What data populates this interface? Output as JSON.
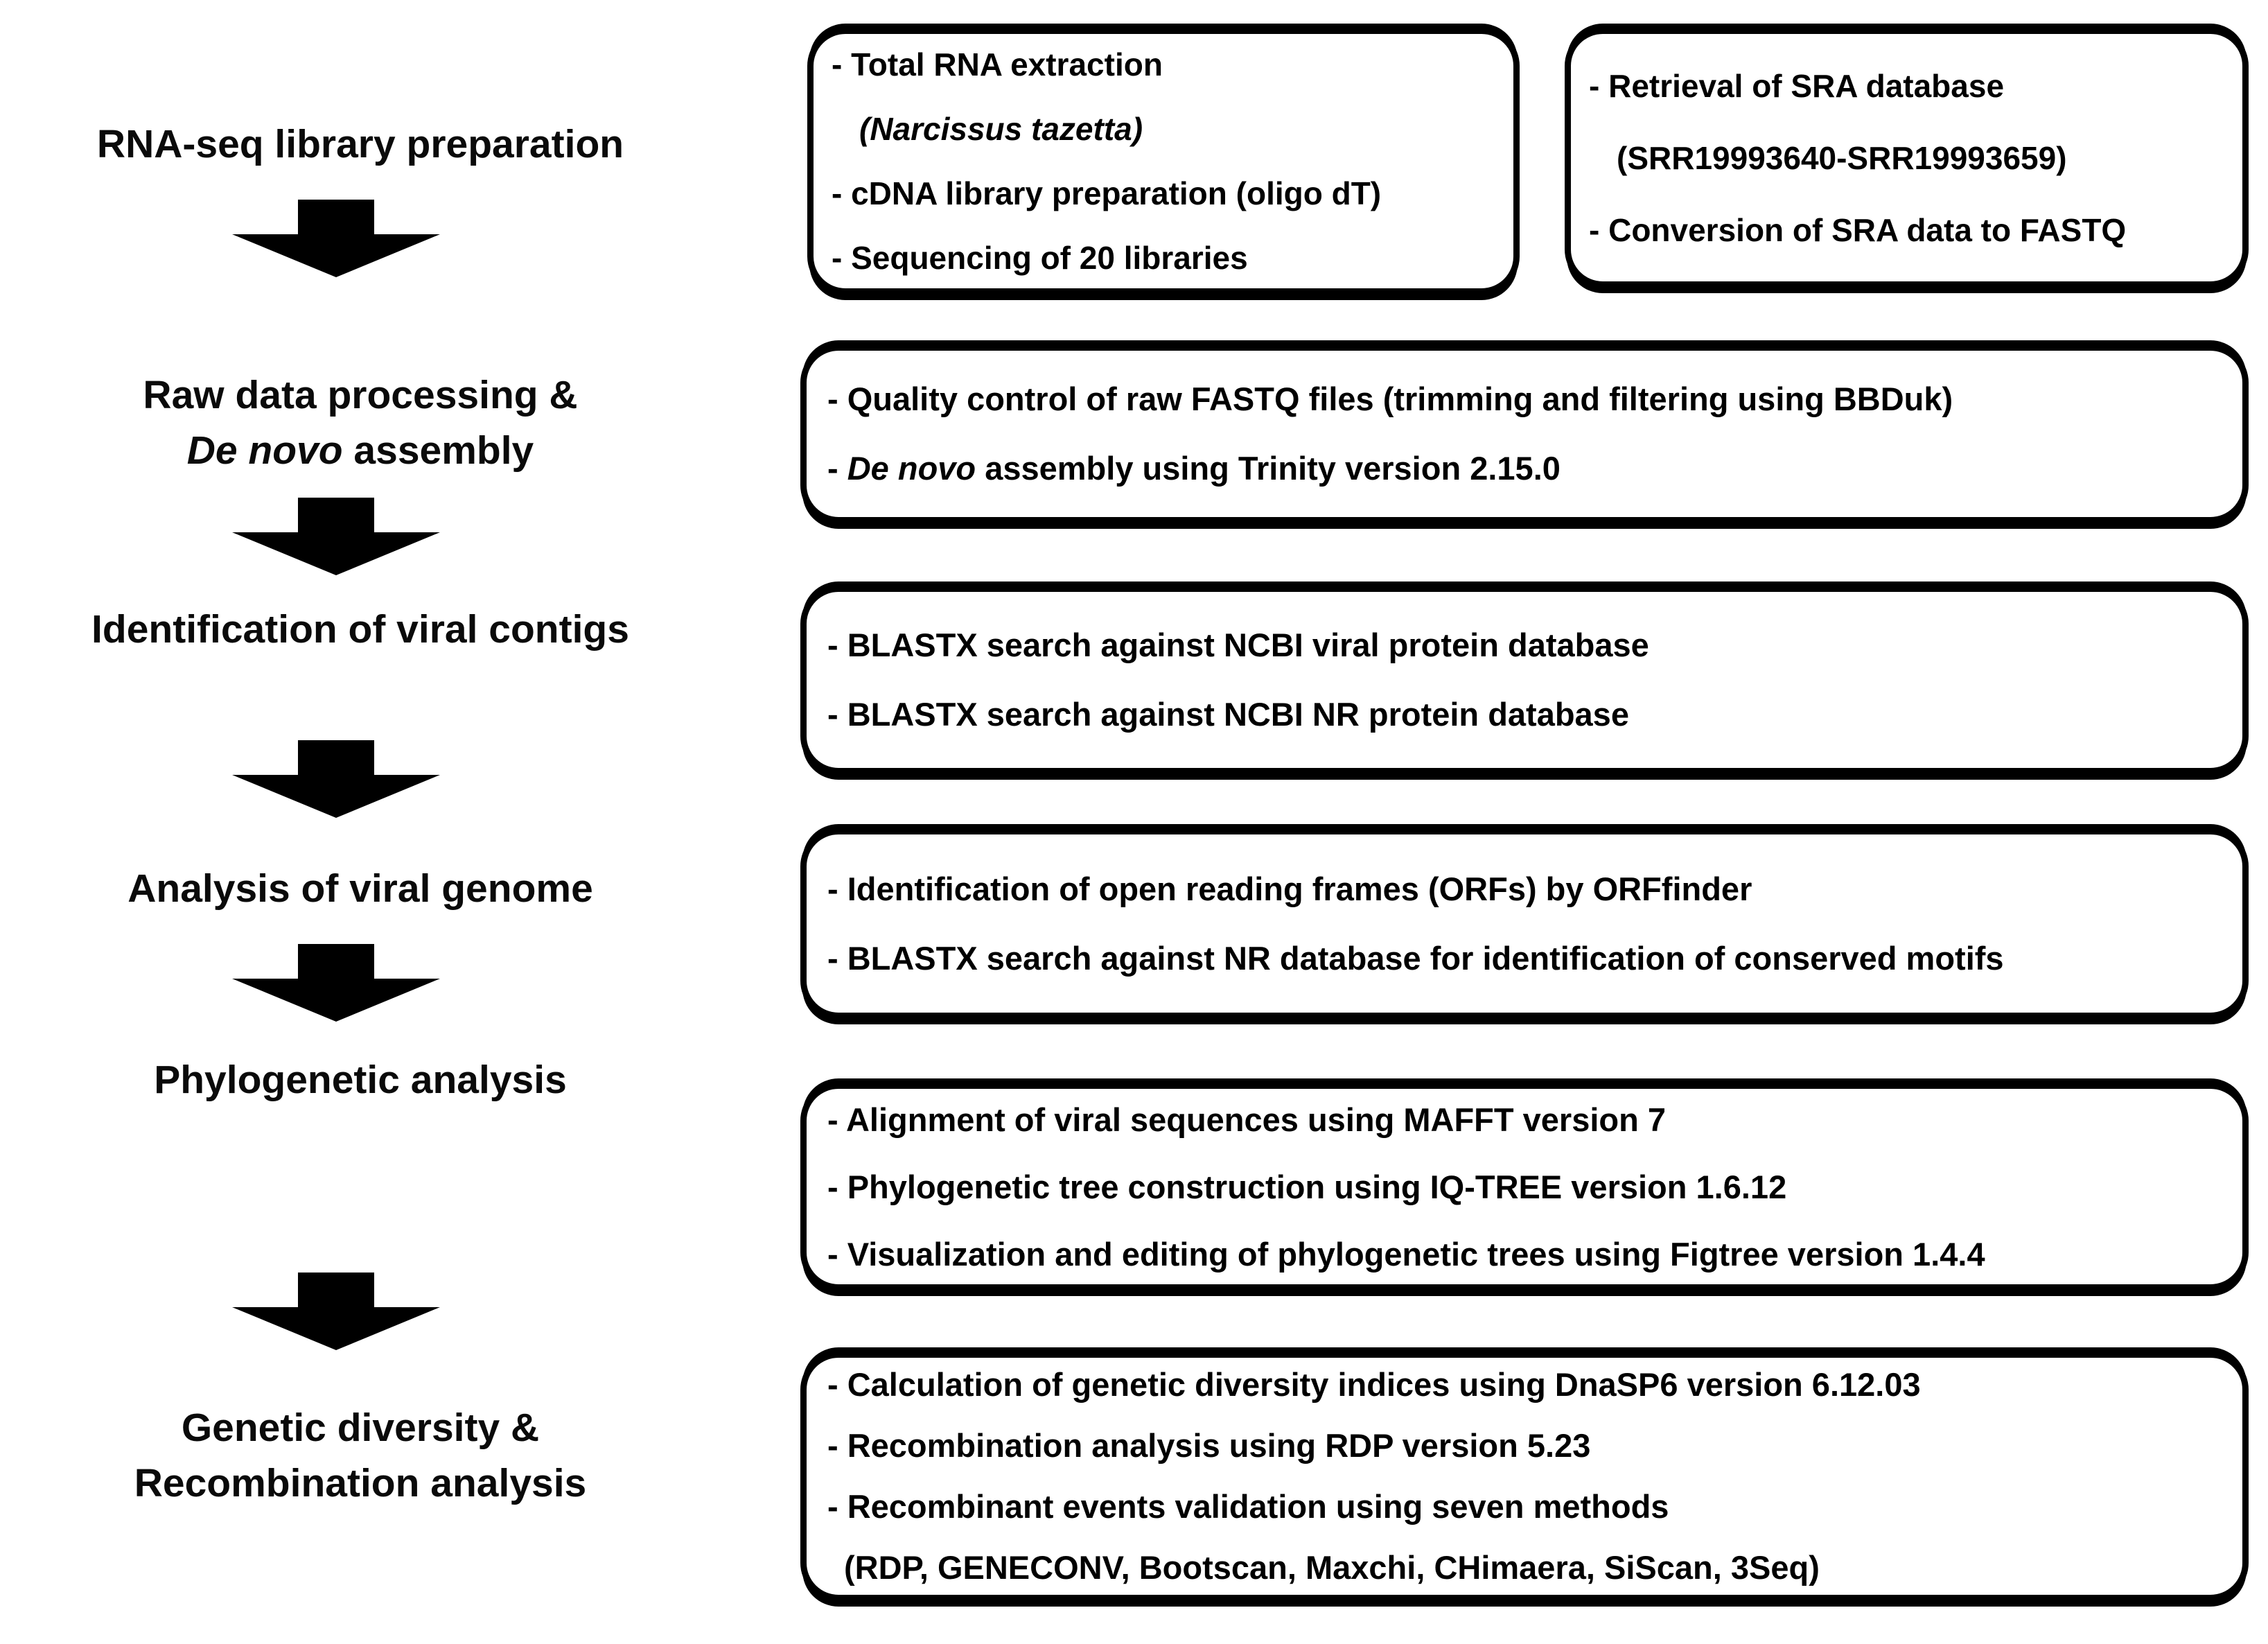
{
  "figure": {
    "type": "flowchart",
    "background_color": "#ffffff",
    "line_color": "#000000"
  },
  "stages": [
    {
      "label": {
        "line1": "RNA-seq library preparation"
      },
      "box_wet": {
        "line1": "- Total RNA extraction",
        "line2_italic": "(Narcissus tazetta)",
        "line3": "- cDNA library preparation (oligo dT)",
        "line4": "- Sequencing of 20 libraries"
      },
      "box_sra": {
        "line1": "- Retrieval of SRA database",
        "line2": "(SRR19993640-SRR19993659)",
        "line3": "- Conversion of SRA data to FASTQ"
      }
    },
    {
      "label": {
        "line1": "Raw data processing &",
        "line2_italic": "De novo",
        "line2_rest": " assembly"
      },
      "box": {
        "line1": "- Quality control of raw FASTQ files (trimming and filtering using BBDuk)",
        "line2_prefix": "- ",
        "line2_italic": "De novo",
        "line2_rest": " assembly using Trinity version 2.15.0"
      }
    },
    {
      "label": {
        "line1": "Identification of viral contigs"
      },
      "box": {
        "line1": "- BLASTX search against NCBI viral protein database",
        "line2": "- BLASTX search against NCBI NR protein database"
      }
    },
    {
      "label": {
        "line1": "Analysis of viral genome"
      },
      "box": {
        "line1": "- Identification of open reading frames (ORFs) by ORFfinder",
        "line2": "- BLASTX search against NR database for identification of conserved motifs"
      }
    },
    {
      "label": {
        "line1": "Phylogenetic analysis"
      },
      "box": {
        "line1": "- Alignment of viral sequences using MAFFT version 7",
        "line2": "- Phylogenetic tree construction using IQ-TREE version 1.6.12",
        "line3": "- Visualization and editing of phylogenetic trees using Figtree version 1.4.4"
      }
    },
    {
      "label": {
        "line1": "Genetic diversity &",
        "line2": "Recombination analysis"
      },
      "box": {
        "line1": "- Calculation of genetic diversity indices using DnaSP6 version 6.12.03",
        "line2": "- Recombination analysis using RDP version 5.23",
        "line3": "- Recombinant events validation using seven methods",
        "line4_indent": "(RDP, GENECONV, Bootscan, Maxchi, CHimaera, SiScan, 3Seq)"
      }
    }
  ]
}
